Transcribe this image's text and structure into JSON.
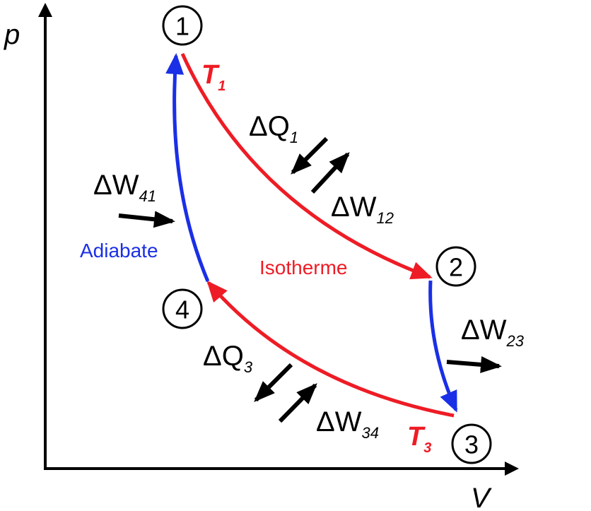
{
  "axes": {
    "y_label": "p",
    "x_label": "V"
  },
  "states": [
    "1",
    "2",
    "3",
    "4"
  ],
  "temperatures": {
    "t1": {
      "symbol": "T",
      "sub": "1"
    },
    "t3": {
      "symbol": "T",
      "sub": "3"
    }
  },
  "process_labels": {
    "isotherme": "Isotherme",
    "adiabate": "Adiabate"
  },
  "energy_labels": {
    "dq1": {
      "main": "ΔQ",
      "sub": "1"
    },
    "dw12": {
      "main": "ΔW",
      "sub": "12"
    },
    "dw23": {
      "main": "ΔW",
      "sub": "23"
    },
    "dq3": {
      "main": "ΔQ",
      "sub": "3"
    },
    "dw34": {
      "main": "ΔW",
      "sub": "34"
    },
    "dw41": {
      "main": "ΔW",
      "sub": "41"
    }
  },
  "colors": {
    "isotherm": "#ee1c25",
    "adiabat": "#1a2fe6",
    "arrow": "#000000",
    "axis": "#000000"
  }
}
